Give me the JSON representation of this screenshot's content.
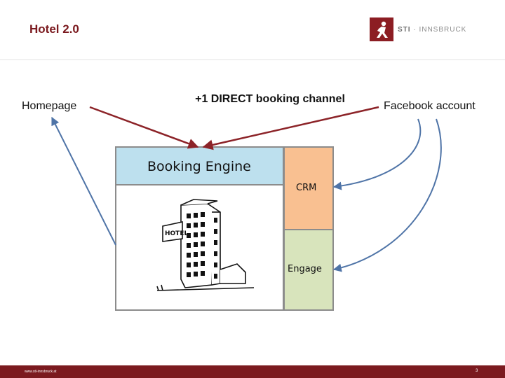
{
  "slide": {
    "title": "Hotel 2.0",
    "page_number": "3"
  },
  "logo": {
    "brand": "STI",
    "separator": " · ",
    "name": "INNSBRUCK"
  },
  "footer": {
    "url": "www.sti-innsbruck.at"
  },
  "diagram": {
    "homepage_label": "Homepage",
    "direct_channel_label": "+1 DIRECT booking channel",
    "facebook_label": "Facebook account",
    "booking_engine_label": "Booking Engine",
    "crm_label": "CRM",
    "engage_label": "Engage",
    "hotel_sign_text": "HOTEL",
    "colors": {
      "brand": "#7b1a1f",
      "booking_engine": "#bde0ee",
      "crm": "#f9c091",
      "engage": "#d8e4bc",
      "arrow_red": "#8c2328",
      "arrow_blue": "#4f74a7"
    }
  }
}
